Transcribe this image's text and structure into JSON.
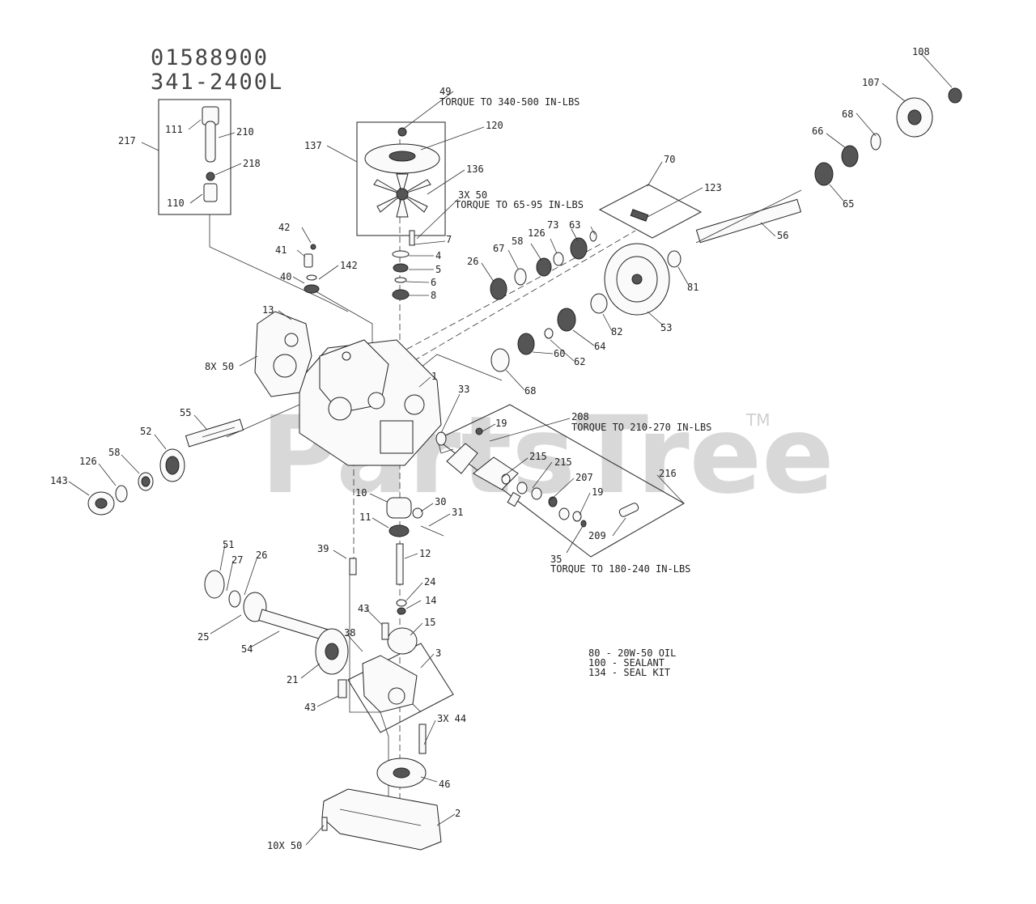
{
  "header": {
    "model_number": "01588900",
    "part_number": "341-2400L"
  },
  "watermark": {
    "text": "PartsTree",
    "trademark": "TM"
  },
  "notes": {
    "torque_49": "TORQUE TO 340-500 IN-LBS",
    "qty_7": "3X 50",
    "torque_7": "TORQUE TO 65-95 IN-LBS",
    "torque_208": "TORQUE TO 210-270 IN-LBS",
    "torque_35": "TORQUE TO 180-240 IN-LBS",
    "qty_13": "8X 50",
    "qty_2": "10X 50",
    "qty_44": "3X 44"
  },
  "legend": [
    "80 - 20W-50 OIL",
    "100 - SEALANT",
    "134 - SEAL KIT"
  ],
  "callouts": {
    "c1": "1",
    "c2": "2",
    "c3": "3",
    "c4": "4",
    "c5": "5",
    "c6": "6",
    "c7": "7",
    "c8": "8",
    "c10": "10",
    "c11": "11",
    "c12": "12",
    "c13": "13",
    "c14": "14",
    "c15": "15",
    "c19a": "19",
    "c19b": "19",
    "c21": "21",
    "c24": "24",
    "c25": "25",
    "c26a": "26",
    "c26b": "26",
    "c27": "27",
    "c30": "30",
    "c31": "31",
    "c33": "33",
    "c35": "35",
    "c38": "38",
    "c39": "39",
    "c40": "40",
    "c41": "41",
    "c42": "42",
    "c43a": "43",
    "c43b": "43",
    "c46": "46",
    "c49": "49",
    "c51": "51",
    "c52": "52",
    "c53": "53",
    "c54": "54",
    "c55": "55",
    "c56": "56",
    "c58a": "58",
    "c58b": "58",
    "c60": "60",
    "c62": "62",
    "c63": "63",
    "c64": "64",
    "c65": "65",
    "c66": "66",
    "c67": "67",
    "c68a": "68",
    "c68b": "68",
    "c70": "70",
    "c73": "73",
    "c81": "81",
    "c82": "82",
    "c107": "107",
    "c108": "108",
    "c110": "110",
    "c111": "111",
    "c120": "120",
    "c123": "123",
    "c126a": "126",
    "c126b": "126",
    "c136": "136",
    "c137": "137",
    "c142": "142",
    "c143": "143",
    "c207": "207",
    "c208": "208",
    "c209": "209",
    "c210": "210",
    "c215a": "215",
    "c215b": "215",
    "c216": "216",
    "c217": "217",
    "c218": "218"
  }
}
